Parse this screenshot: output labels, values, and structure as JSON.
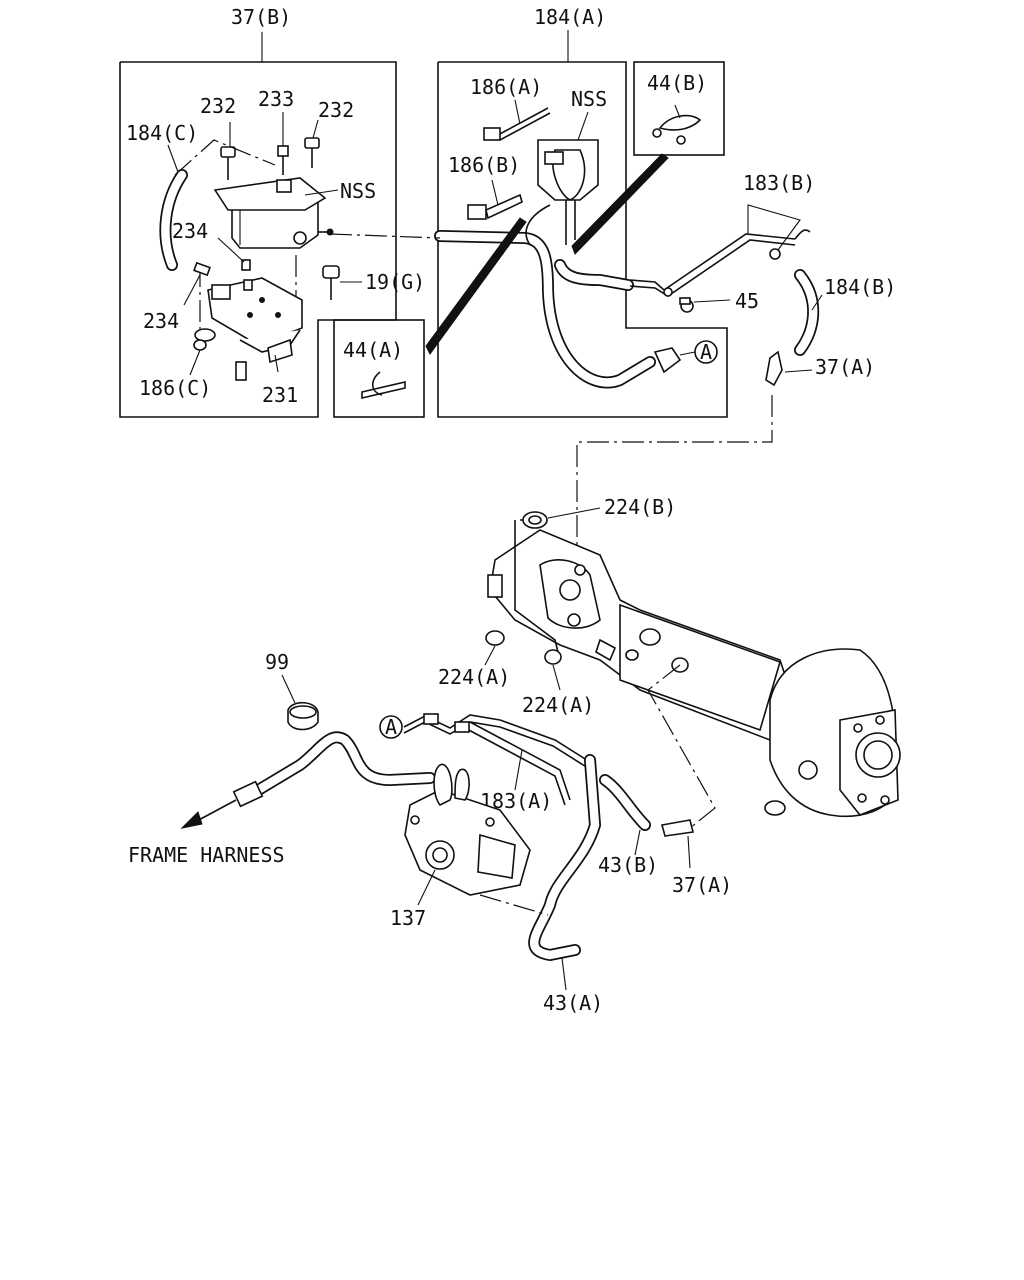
{
  "labels": {
    "l_37b": "37(B)",
    "l_184a": "184(A)",
    "l_232_left": "232",
    "l_233": "233",
    "l_232_right": "232",
    "l_184c": "184(C)",
    "l_nss_reservoir": "NSS",
    "l_234_upper": "234",
    "l_234_lower": "234",
    "l_19g": "19(G)",
    "l_186c": "186(C)",
    "l_231": "231",
    "l_186a": "186(A)",
    "l_nss_clamp": "NSS",
    "l_186b": "186(B)",
    "l_44b": "44(B)",
    "l_44a": "44(A)",
    "l_183b": "183(B)",
    "l_45": "45",
    "l_184b": "184(B)",
    "l_37a_upper": "37(A)",
    "l_224b": "224(B)",
    "l_99": "99",
    "l_224a_left": "224(A)",
    "l_224a_right": "224(A)",
    "l_183a": "183(A)",
    "l_frame_harness": "FRAME HARNESS",
    "l_43b": "43(B)",
    "l_37a_lower": "37(A)",
    "l_137": "137",
    "l_43a": "43(A)",
    "ref_a_upper": "A",
    "ref_a_lower": "A"
  }
}
